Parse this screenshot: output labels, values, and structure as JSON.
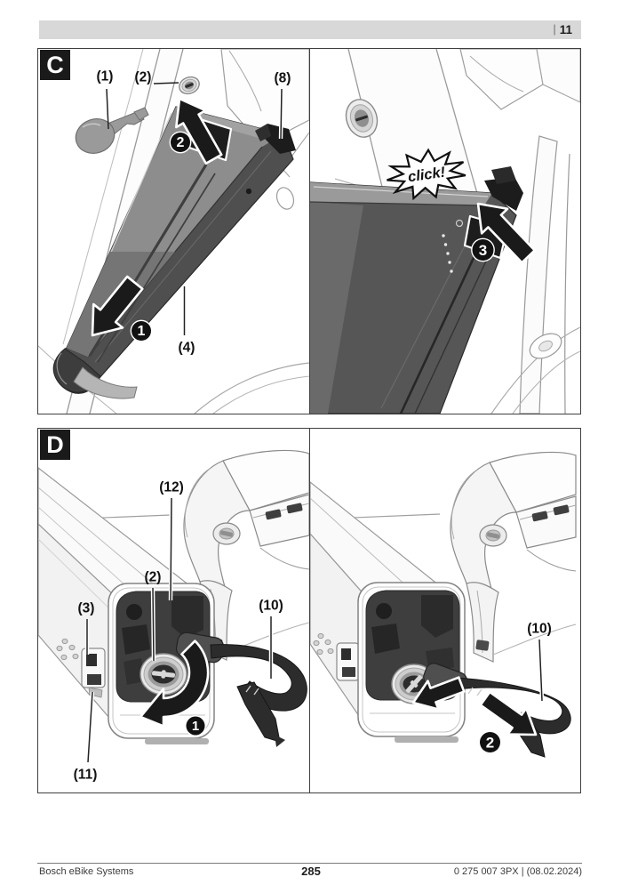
{
  "header": {
    "separator": "|",
    "page_number": "11"
  },
  "figures": {
    "c": {
      "label": "C",
      "left": {
        "callouts": {
          "k1": "(1)",
          "k2": "(2)",
          "k8": "(8)",
          "k4": "(4)"
        },
        "steps": {
          "s1": "1",
          "s2": "2"
        }
      },
      "right": {
        "steps": {
          "s3": "3"
        },
        "sound": "click!"
      }
    },
    "d": {
      "label": "D",
      "left": {
        "callouts": {
          "k12": "(12)",
          "k2": "(2)",
          "k3": "(3)",
          "k10": "(10)",
          "k11": "(11)"
        },
        "steps": {
          "s1": "1"
        }
      },
      "right": {
        "callouts": {
          "k10": "(10)"
        },
        "steps": {
          "s2": "2"
        }
      }
    }
  },
  "footer": {
    "brand": "Bosch eBike Systems",
    "page_number": "285",
    "doc_number": "0 275 007 3PX | (08.02.2024)"
  }
}
